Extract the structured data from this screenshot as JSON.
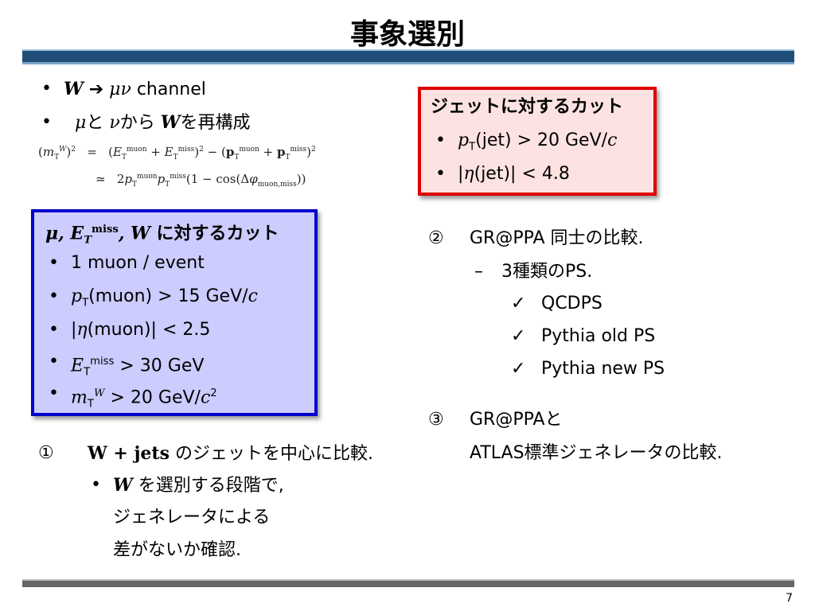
{
  "slide": {
    "title": "事象選別",
    "page_number": "7"
  },
  "left": {
    "bullet1_symbol": "W",
    "bullet1_arrow": "➔",
    "bullet1_particles": "μν",
    "bullet1_text": "channel",
    "bullet2_mu": "μ",
    "bullet2_to": "と",
    "bullet2_nu": "ν",
    "bullet2_kara": "から",
    "bullet2_W": "W",
    "bullet2_rest": "を再構成",
    "eq_line1_lhs": "(m",
    "eq_line1_rhs": "= (E_T^muon + E_T^miss)^2 − (p_T^muon + p_T^miss)^2",
    "eq_line2": "≃ 2p_T^muon p_T^miss (1 − cos(Δφ_muon,miss))"
  },
  "blue_box": {
    "title_sym": "μ, E",
    "title_sub": "T",
    "title_sup": "miss",
    "title_W": ", W",
    "title_rest": " に対するカット",
    "items": [
      {
        "text": "1 muon / event"
      },
      {
        "pre": "p",
        "sub": "T",
        "text": "(muon) > 15 GeV/",
        "post": "c"
      },
      {
        "pre": "|",
        "sym": "η",
        "text": "(muon)| < 2.5"
      },
      {
        "pre": "E",
        "sub": "T",
        "sup": "miss",
        "text": " > 30 GeV"
      },
      {
        "pre": "m",
        "sub": "T",
        "sup": "W",
        "text": " > 20 GeV/",
        "post": "c",
        "post_sup": "2"
      }
    ]
  },
  "red_box": {
    "title": "ジェットに対するカット",
    "item1_pre": "p",
    "item1_sub": "T",
    "item1_text": "(jet) > 20 GeV/",
    "item1_post": "c",
    "item2_pre": "|",
    "item2_sym": "η",
    "item2_text": "(jet)| < 4.8"
  },
  "section2": {
    "num": "②",
    "text": "GR@PPA 同士の比較.",
    "dash": "–",
    "sub_text": "3種類のPS.",
    "check": "✓",
    "items": [
      "QCDPS",
      "Pythia old PS",
      "Pythia new PS"
    ]
  },
  "section3": {
    "num": "③",
    "line1": "GR@PPAと",
    "line2": "ATLAS標準ジェネレータの比較."
  },
  "section1": {
    "num": "①",
    "bold": "W + jets",
    "text": " のジェットを中心に比較.",
    "sub_W": "W",
    "sub_line1": " を選別する段階で,",
    "sub_line2": "ジェネレータによる",
    "sub_line3": "差がないか確認."
  }
}
